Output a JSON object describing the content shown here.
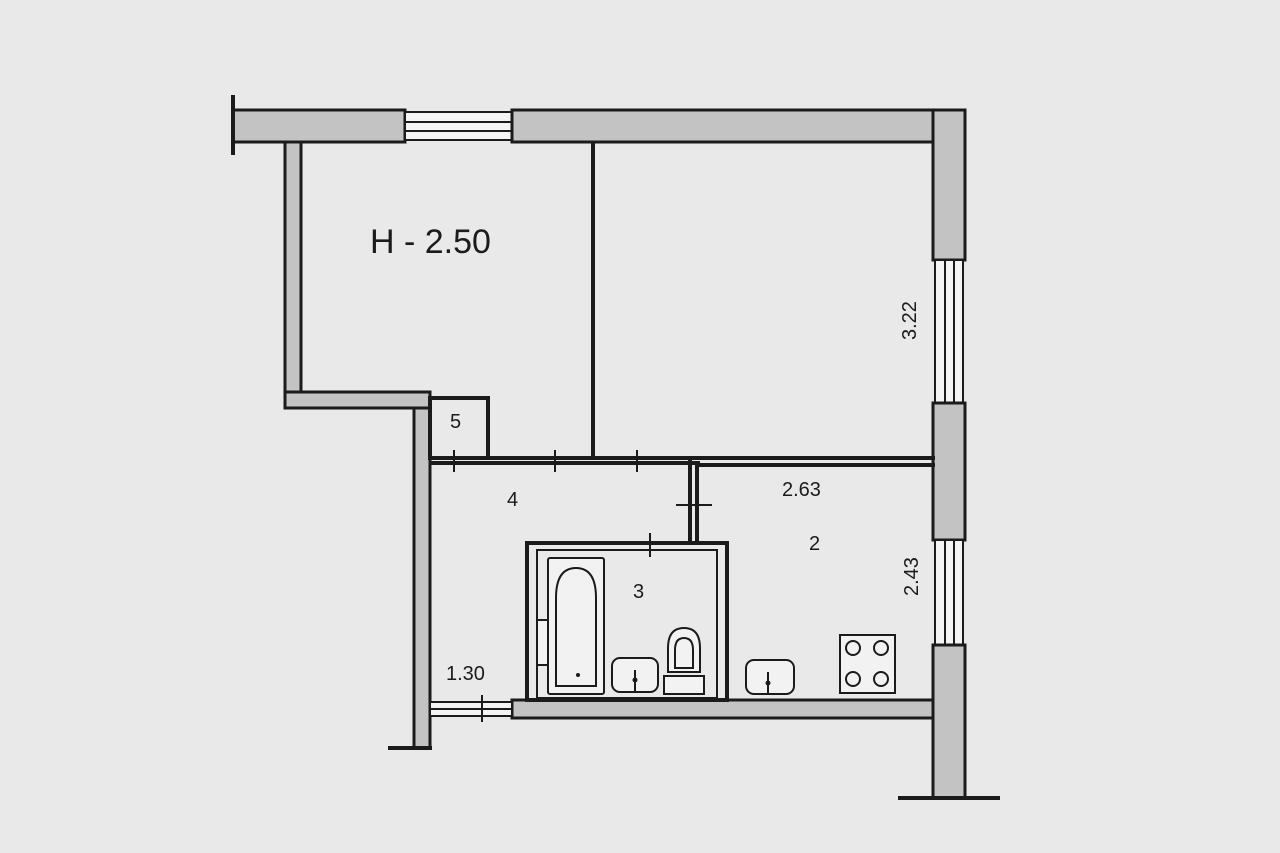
{
  "ceiling_height_label": "H - 2.50",
  "room_labels": {
    "bathroom": "3",
    "hallway": "4",
    "kitchen": "2",
    "closet": "5"
  },
  "dimensions": {
    "room_right_depth": "3.22",
    "kitchen_width": "2.63",
    "kitchen_depth": "2.43",
    "balcony_width": "1.30"
  },
  "colors": {
    "paper": "#e9e9e9",
    "wall_fill": "#c3c3c3",
    "ink": "#1b1b1b"
  }
}
